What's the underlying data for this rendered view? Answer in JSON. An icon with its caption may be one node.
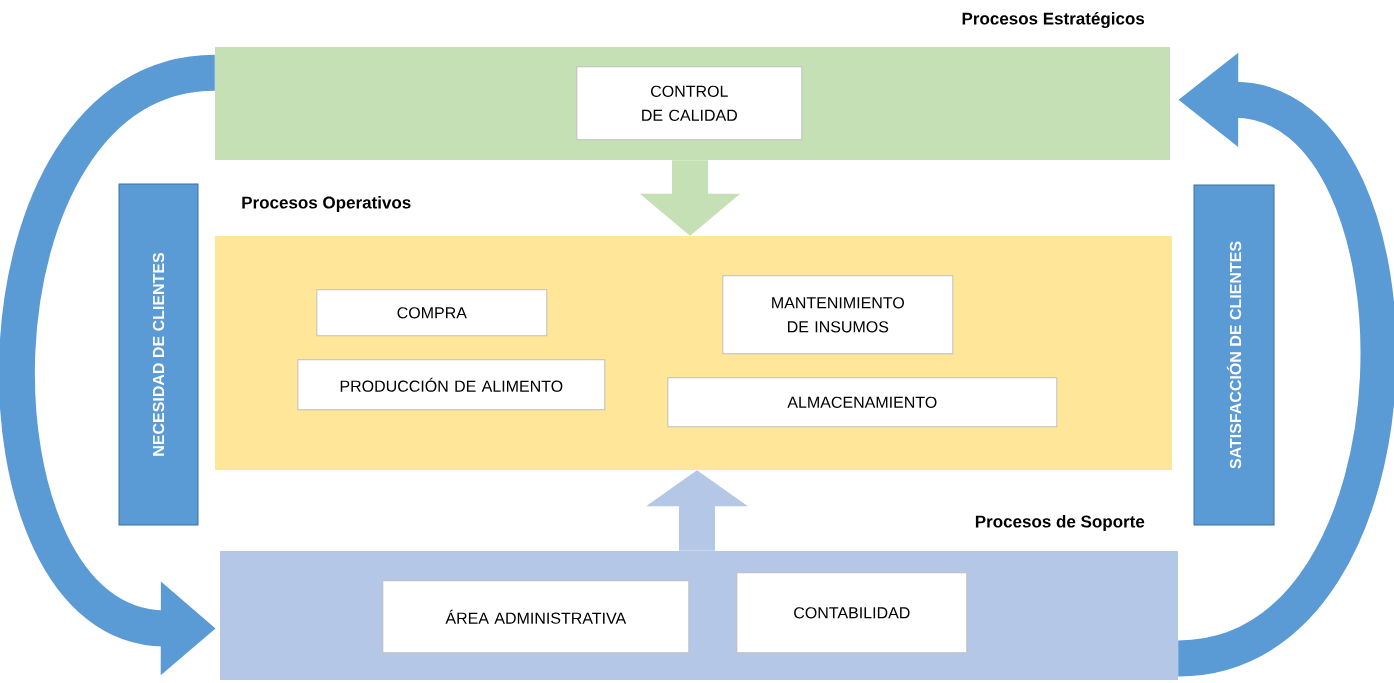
{
  "diagram": {
    "nodes": [
      {
        "text": [
          "Procesos Estratégicos"
        ]
      },
      {
        "text": [
          "CONTROL DE CALIDAD"
        ],
        "in": 0
      },
      {
        "text": [
          "Procesos Operativos"
        ]
      },
      {
        "text": [
          "COMPRA"
        ],
        "in": 2
      },
      {
        "text": [
          "MANTENIMIENTO DE INSUMOS"
        ],
        "in": 2
      },
      {
        "text": [
          "PRODUCCIÓN DE ALIMENTO"
        ],
        "in": 2
      },
      {
        "text": [
          "ALMACENAMIENTO"
        ],
        "in": 2
      },
      {
        "text": [
          "Procesos de Soporte"
        ]
      },
      {
        "text": [
          "ÁREA ADMINISTRATIVA"
        ],
        "in": 7
      },
      {
        "text": [
          "CONTABILIDAD"
        ],
        "in": 7
      },
      {
        "text": [
          "NECESIDAD DE CLIENTES"
        ]
      },
      {
        "text": [
          "SATISFACCIÓN DE CLIENTES"
        ]
      }
    ],
    "edges": [
      {
        "from": 0,
        "to": 2,
        "arrow": "to",
        "color": "#c5e0b4"
      },
      {
        "from": 7,
        "to": 2,
        "arrow": "to",
        "color": "#b4c7e7"
      },
      {
        "from": 0,
        "to": 7,
        "arrow": "to",
        "color": "#5b9bd5"
      },
      {
        "from": 7,
        "to": 0,
        "arrow": "to",
        "color": "#5b9bd5"
      }
    ]
  }
}
